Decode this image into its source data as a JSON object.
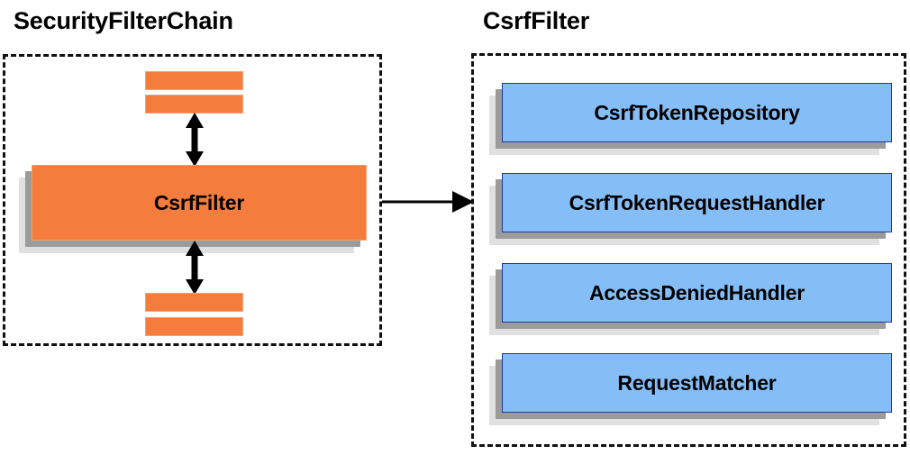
{
  "diagram": {
    "type": "component-relationship-diagram",
    "background_color": "#ffffff",
    "panels": [
      {
        "id": "security-filter-chain",
        "title": "SecurityFilterChain",
        "border_style": "dashed",
        "border_color": "#111111",
        "components": [
          {
            "id": "filter-top-1",
            "label": "",
            "shape": "bar",
            "color": "#f47c3c"
          },
          {
            "id": "filter-top-2",
            "label": "",
            "shape": "bar",
            "color": "#f47c3c"
          },
          {
            "id": "csrf-filter",
            "label": "CsrfFilter",
            "shape": "stacked-box",
            "color": "#f47c3c"
          },
          {
            "id": "filter-bottom-1",
            "label": "",
            "shape": "bar",
            "color": "#f47c3c"
          },
          {
            "id": "filter-bottom-2",
            "label": "",
            "shape": "bar",
            "color": "#f47c3c"
          }
        ]
      },
      {
        "id": "csrf-filter-detail",
        "title": "CsrfFilter",
        "border_style": "dashed",
        "border_color": "#111111",
        "components": [
          {
            "id": "csrf-token-repository",
            "label": "CsrfTokenRepository",
            "shape": "stacked-box",
            "color": "#85bdf7"
          },
          {
            "id": "csrf-token-request-handler",
            "label": "CsrfTokenRequestHandler",
            "shape": "stacked-box",
            "color": "#85bdf7"
          },
          {
            "id": "access-denied-handler",
            "label": "AccessDeniedHandler",
            "shape": "stacked-box",
            "color": "#85bdf7"
          },
          {
            "id": "request-matcher",
            "label": "RequestMatcher",
            "shape": "stacked-box",
            "color": "#85bdf7"
          }
        ]
      }
    ],
    "connectors": [
      {
        "id": "chain-up",
        "style": "double-headed-vertical",
        "color": "#000000",
        "from": "csrf-filter",
        "to": "filter-top-2"
      },
      {
        "id": "chain-down",
        "style": "double-headed-vertical",
        "color": "#000000",
        "from": "csrf-filter",
        "to": "filter-bottom-1"
      },
      {
        "id": "expand",
        "style": "single-headed-horizontal",
        "color": "#000000",
        "from": "security-filter-chain",
        "to": "csrf-filter-detail"
      }
    ]
  }
}
